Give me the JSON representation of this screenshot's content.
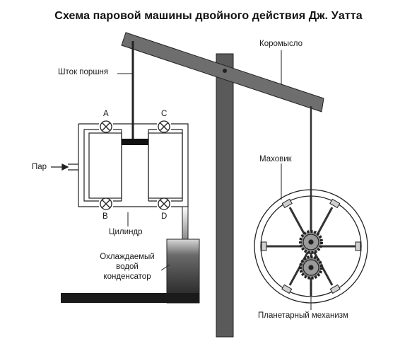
{
  "title": "Схема паровой машины двойного действия Дж. Уатта",
  "labels": {
    "beam": "Коромысло",
    "piston_rod": "Шток поршня",
    "steam": "Пар",
    "cylinder": "Цилиндр",
    "condenser": [
      "Охлаждаемый",
      "водой",
      "конденсатор"
    ],
    "flywheel": "Маховик",
    "planetary": "Планетарный механизм",
    "valve_a": "A",
    "valve_b": "B",
    "valve_c": "C",
    "valve_d": "D"
  },
  "colors": {
    "ink": "#1a1a1a",
    "beam_fill": "#6e6e6e",
    "post_fill": "#5a5a5a",
    "gear_fill": "#9a9a9a"
  }
}
